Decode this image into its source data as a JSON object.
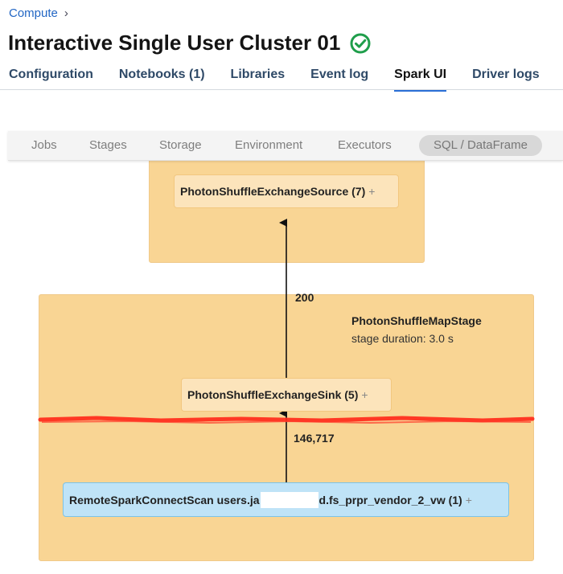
{
  "breadcrumb": {
    "label": "Compute",
    "separator": "›"
  },
  "cluster": {
    "title": "Interactive Single User Cluster 01",
    "status": "running"
  },
  "tabs": [
    {
      "label": "Configuration",
      "active": false
    },
    {
      "label": "Notebooks (1)",
      "active": false
    },
    {
      "label": "Libraries",
      "active": false
    },
    {
      "label": "Event log",
      "active": false
    },
    {
      "label": "Spark UI",
      "active": true
    },
    {
      "label": "Driver logs",
      "active": false
    }
  ],
  "spark_nav": {
    "items": [
      "Jobs",
      "Stages",
      "Storage",
      "Environment",
      "Executors",
      "SQL / DataFrame"
    ],
    "active": "SQL / DataFrame"
  },
  "dag": {
    "source_node": {
      "label": "PhotonShuffleExchangeSource (7)",
      "expand": "+"
    },
    "edge_top_label": "200",
    "stage": {
      "name": "PhotonShuffleMapStage",
      "duration": "stage duration: 3.0 s"
    },
    "sink_node": {
      "label": "PhotonShuffleExchangeSink (5)",
      "expand": "+"
    },
    "edge_bottom_label": "146,717",
    "scan_node": {
      "label_prefix": "RemoteSparkConnectScan users.ja",
      "label_suffix": "d.fs_prpr_vendor_2_vw (1)",
      "expand": "+"
    }
  },
  "colors": {
    "accent": "#2a6fd6",
    "success": "#1f9e4b",
    "stage_fill": "#f9d594",
    "node_fill": "#fce4bb",
    "scan_fill": "#bfe3f7",
    "annotation_line": "#ff2a1a"
  }
}
